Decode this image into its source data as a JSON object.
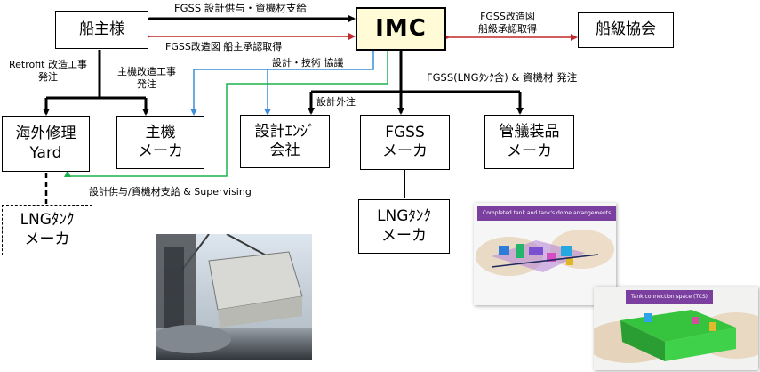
{
  "nodes": {
    "shipowner": "船主様",
    "imc": "IMC",
    "classification": "船級協会",
    "overseas_yard_line1": "海外修理",
    "overseas_yard_line2": "Yard",
    "engine_maker_line1": "主機",
    "engine_maker_line2": "メーカ",
    "design_engineering_line1": "設計ｴﾝｼﾞ",
    "design_engineering_line2": "会社",
    "fgss_maker_line1": "FGSS",
    "fgss_maker_line2": "メーカ",
    "pipe_outfitting_line1": "管艤装品",
    "pipe_outfitting_line2": "メーカ",
    "lng_tank_maker_dashed_line1": "LNGﾀﾝｸ",
    "lng_tank_maker_dashed_line2": "メーカ",
    "lng_tank_maker_line1": "LNGﾀﾝｸ",
    "lng_tank_maker_line2": "メーカ"
  },
  "labels": {
    "fgss_supply": "FGSS 設計供与・資機材支給",
    "fgss_approval_owner": "FGSS改造図 船主承認取得",
    "class_approval_line1": "FGSS改造図",
    "class_approval_line2": "船級承認取得",
    "retrofit_order_line1": "Retrofit 改造工事",
    "retrofit_order_line2": "発注",
    "engine_order_line1": "主機改造工事",
    "engine_order_line2": "発注",
    "design_consult": "設計・技術 協議",
    "fgss_order": "FGSS(LNGﾀﾝｸ含) & 資機材 発注",
    "design_outsource": "設計外注",
    "yard_supply": "設計供与/資機材支給 & Supervising"
  },
  "images": {
    "dome_caption": "Completed tank and  tank's dome arrangements",
    "tcs_caption": "Tank connection space (TCS)"
  },
  "colors": {
    "black_arrow": "#000000",
    "red_arrow": "#c0282a",
    "blue_arrow": "#3a8fd6",
    "green_arrow": "#1db34a",
    "imc_fill": "#fffbd6",
    "caption_bar": "#7b3fa0"
  }
}
